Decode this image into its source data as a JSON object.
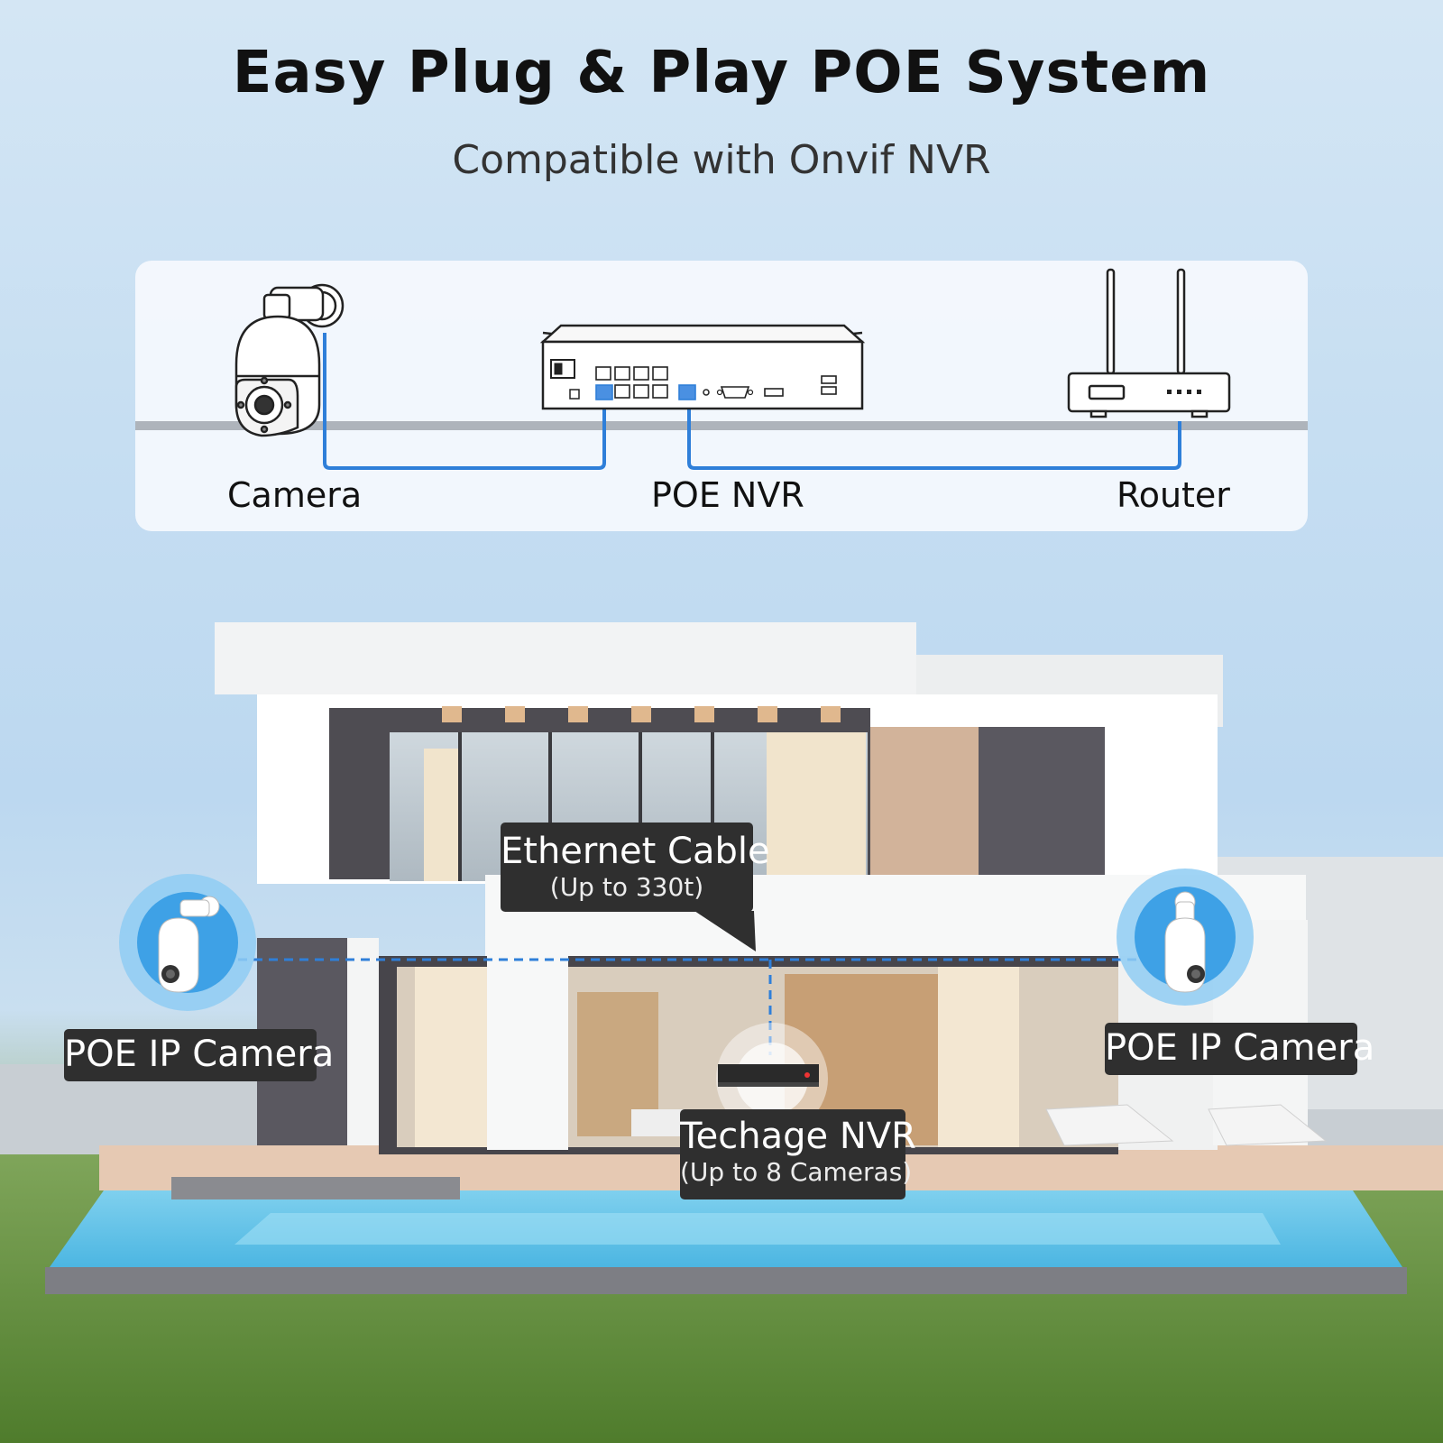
{
  "header": {
    "title": "Easy Plug & Play POE System",
    "subtitle": "Compatible with Onvif NVR"
  },
  "diagram": {
    "camera_label": "Camera",
    "nvr_label": "POE NVR",
    "router_label": "Router"
  },
  "scene": {
    "cable_tag": {
      "title": "Ethernet Cable",
      "note": "(Up to 330t)"
    },
    "left_camera_label": "POE IP Camera",
    "right_camera_label": "POE IP Camera",
    "nvr_tag": {
      "title": "Techage NVR",
      "note": "(Up to 8 Cameras)"
    }
  },
  "colors": {
    "cable_blue": "#2f7fd9",
    "tag_bg": "#2f2f2f"
  }
}
